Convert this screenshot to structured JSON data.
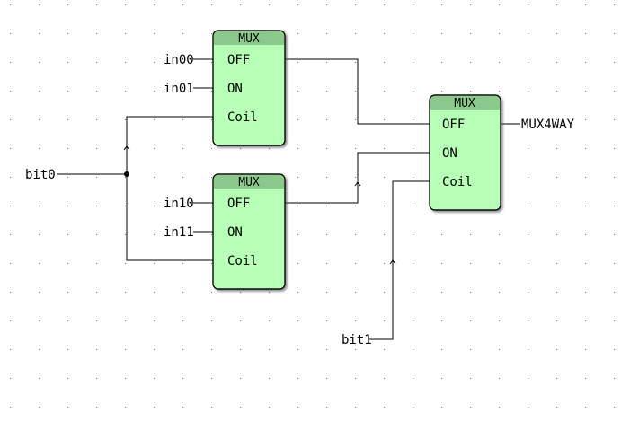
{
  "blocks": [
    {
      "id": "mux-1",
      "title": "MUX",
      "pins": [
        "OFF",
        "ON",
        "Coil"
      ]
    },
    {
      "id": "mux-2",
      "title": "MUX",
      "pins": [
        "OFF",
        "ON",
        "Coil"
      ]
    },
    {
      "id": "mux-3",
      "title": "MUX",
      "pins": [
        "OFF",
        "ON",
        "Coil"
      ]
    }
  ],
  "signals": {
    "in00": "in00",
    "in01": "in01",
    "in10": "in10",
    "in11": "in11",
    "bit0": "bit0",
    "bit1": "bit1",
    "output": "MUX4WAY"
  }
}
